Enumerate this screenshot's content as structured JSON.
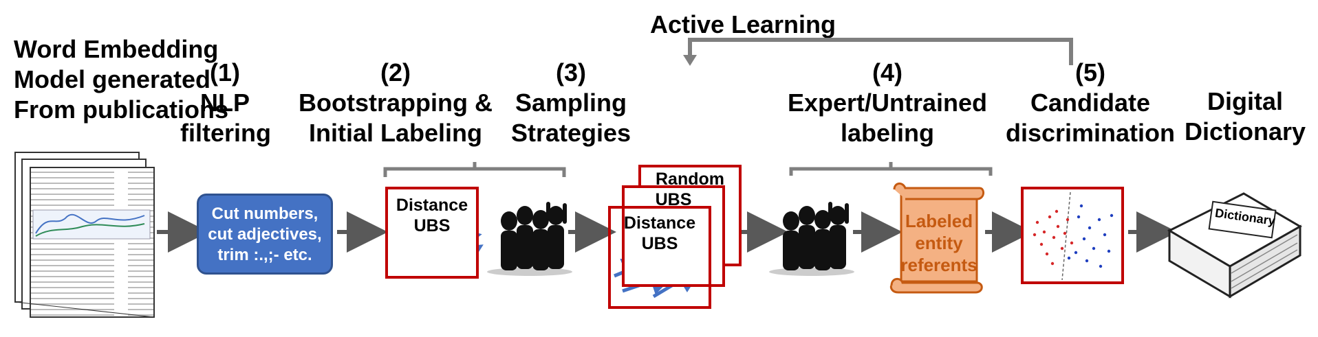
{
  "header": {
    "active_learning": "Active Learning",
    "word_embedding": [
      "Word Embedding",
      "Model generated",
      "From publications"
    ],
    "step1": {
      "num": "(1)",
      "title": [
        "NLP",
        "filtering"
      ]
    },
    "step2": {
      "num": "(2)",
      "title": [
        "Bootstrapping &",
        "Initial Labeling"
      ]
    },
    "step3": {
      "num": "(3)",
      "title": [
        "Sampling",
        "Strategies"
      ]
    },
    "step4": {
      "num": "(4)",
      "title": [
        "Expert/Untrained",
        "labeling"
      ]
    },
    "step5": {
      "num": "(5)",
      "title": [
        "Candidate",
        "discrimination"
      ]
    },
    "digital": [
      "Digital",
      "Dictionary"
    ]
  },
  "nlp_box": [
    "Cut numbers,",
    "cut adjectives,",
    "trim :.,;- etc."
  ],
  "boot_box": [
    "Distance",
    "UBS"
  ],
  "sampling": {
    "back": "Random",
    "mid": "UBS",
    "front": [
      "Distance",
      "UBS"
    ]
  },
  "scroll_text": [
    "Labeled",
    "entity",
    "referents"
  ],
  "book_label": "Dictionary",
  "colors": {
    "red": "#c00000",
    "blue": "#4472c4",
    "nlp_box": "#4472c4",
    "scroll": "#f4b183",
    "scroll_text": "#c55a11",
    "arrow": "#595959"
  }
}
